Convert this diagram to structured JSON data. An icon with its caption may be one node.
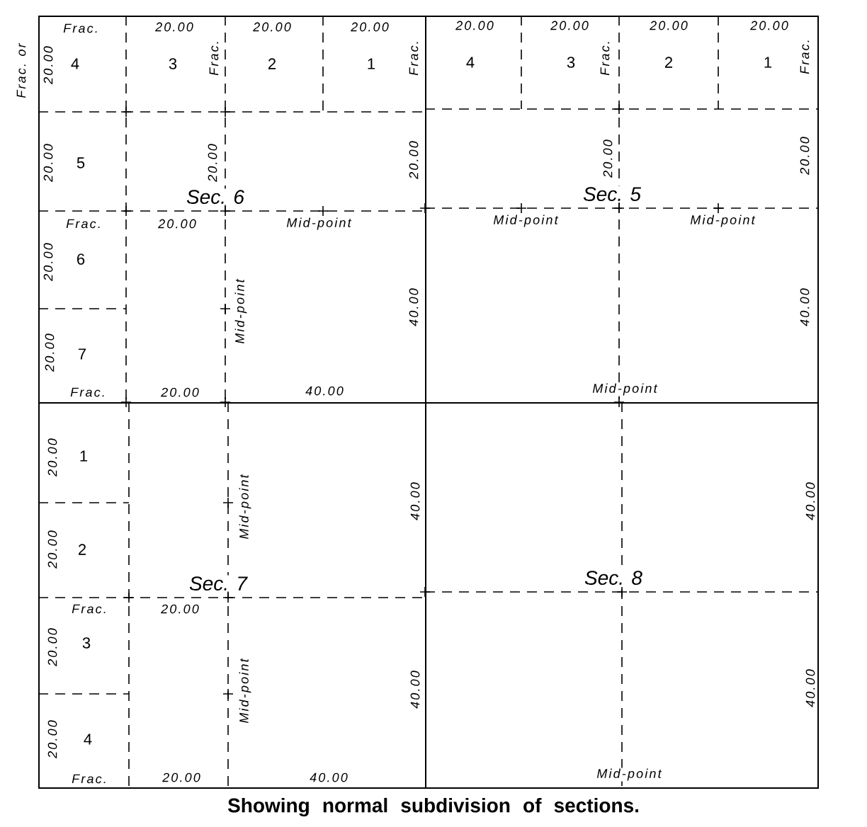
{
  "diagram": {
    "caption": "Showing normal subdivision of sections.",
    "nodes": [
      {
        "text": [
          "Sec. 6"
        ]
      },
      {
        "text": [
          "4"
        ],
        "in": 0
      },
      {
        "text": [
          "3"
        ],
        "in": 0
      },
      {
        "text": [
          "2"
        ],
        "in": 0
      },
      {
        "text": [
          "1"
        ],
        "in": 0
      },
      {
        "text": [
          "5"
        ],
        "in": 0
      },
      {
        "text": [
          "6"
        ],
        "in": 0
      },
      {
        "text": [
          "7"
        ],
        "in": 0
      },
      {
        "text": [
          "Sec. 5"
        ]
      },
      {
        "text": [
          "4"
        ],
        "in": 8
      },
      {
        "text": [
          "3"
        ],
        "in": 8
      },
      {
        "text": [
          "2"
        ],
        "in": 8
      },
      {
        "text": [
          "1"
        ],
        "in": 8
      },
      {
        "text": [
          "Sec. 7"
        ]
      },
      {
        "text": [
          "1"
        ],
        "in": 13
      },
      {
        "text": [
          "2"
        ],
        "in": 13
      },
      {
        "text": [
          "3"
        ],
        "in": 13
      },
      {
        "text": [
          "4"
        ],
        "in": 13
      },
      {
        "text": [
          "Sec. 8"
        ]
      }
    ],
    "labels": [
      "Frac. or",
      "Frac.",
      "20.00",
      "20.00",
      "20.00",
      "20.00",
      "20.00",
      "20.00",
      "20.00",
      "20.00",
      "Frac.",
      "Frac.",
      "Frac.",
      "Frac.",
      "20.00",
      "20.00",
      "20.00",
      "20.00",
      "20.00",
      "Frac.",
      "20.00",
      "Mid-point",
      "Mid-point",
      "Mid-point",
      "20.00",
      "Mid-point",
      "40.00",
      "40.00",
      "20.00",
      "Frac.",
      "20.00",
      "40.00",
      "Mid-point",
      "20.00",
      "Mid-point",
      "40.00",
      "40.00",
      "20.00",
      "Frac.",
      "20.00",
      "20.00",
      "Mid-point",
      "40.00",
      "40.00",
      "20.00",
      "Frac.",
      "20.00",
      "40.00",
      "Mid-point"
    ]
  }
}
